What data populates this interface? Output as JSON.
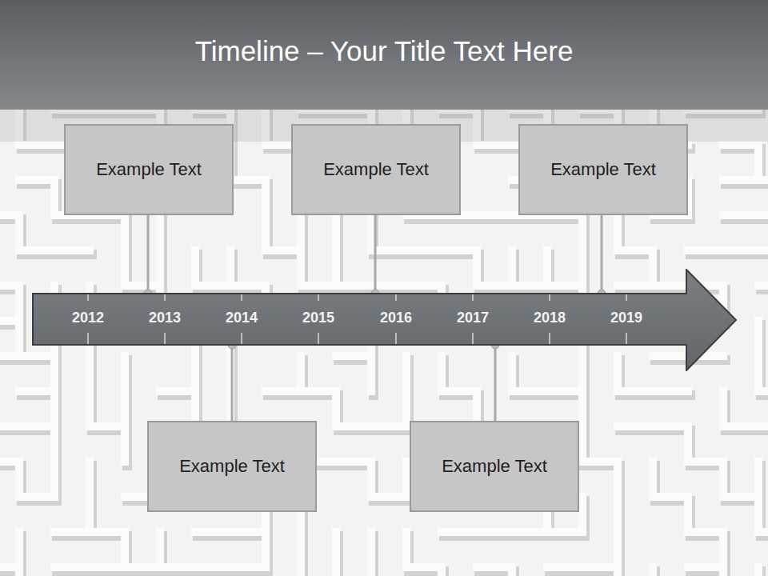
{
  "diagram": {
    "title": "Timeline – Your Title Text Here",
    "nodes": [
      {
        "text": [
          "Example Text"
        ]
      },
      {
        "text": [
          "Example Text"
        ]
      },
      {
        "text": [
          "Example Text"
        ]
      },
      {
        "text": [
          "2012",
          "2013",
          "2014",
          "2015",
          "2016",
          "2017",
          "2018",
          "2019"
        ]
      },
      {
        "text": [
          "Example Text"
        ]
      },
      {
        "text": [
          "Example Text"
        ]
      }
    ],
    "edges": [
      {
        "from": 0,
        "to": 3,
        "arrow": "none"
      },
      {
        "from": 1,
        "to": 3,
        "arrow": "none"
      },
      {
        "from": 2,
        "to": 3,
        "arrow": "none"
      },
      {
        "from": 4,
        "to": 3,
        "arrow": "none"
      },
      {
        "from": 5,
        "to": 3,
        "arrow": "none"
      }
    ]
  }
}
